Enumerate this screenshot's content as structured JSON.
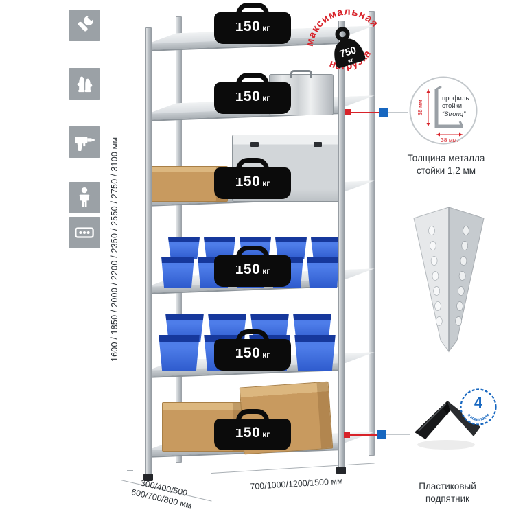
{
  "shelf_load": {
    "value": "150",
    "unit": "кг"
  },
  "stamp": {
    "top": "максимальная",
    "bottom": "нагрузка",
    "value": "750",
    "unit": "кг"
  },
  "dimensions": {
    "height": "1600 / 1850 / 2000 / 2200 / 2350 / 2550 / 2750 / 3100 мм",
    "depth_line1": "300/400/500",
    "depth_line2": "600/700/800 мм",
    "width": "700/1000/1200/1500 мм"
  },
  "profile": {
    "l1": "профиль",
    "l2": "стойки",
    "l3": "“Strong”",
    "dim_v": "38 мм",
    "dim_h": "38 мм.",
    "caption1": "Толщина металла",
    "caption2": "стойки 1,2 мм"
  },
  "foot": {
    "badge_number": "4",
    "badge_text": "в комплекте",
    "caption1": "Пластиковый",
    "caption2": "подпятник"
  },
  "icons": [
    {
      "name": "wrench-icon"
    },
    {
      "name": "gloves-icon"
    },
    {
      "name": "drill-icon"
    },
    {
      "name": "person-icon"
    },
    {
      "name": "fasteners-icon"
    }
  ],
  "colors": {
    "accent_red": "#d8232a",
    "accent_blue": "#1767c0",
    "bin_blue": "#2e5bcd",
    "metal": "#c6cbcf",
    "cardboard": "#c89a5f"
  }
}
